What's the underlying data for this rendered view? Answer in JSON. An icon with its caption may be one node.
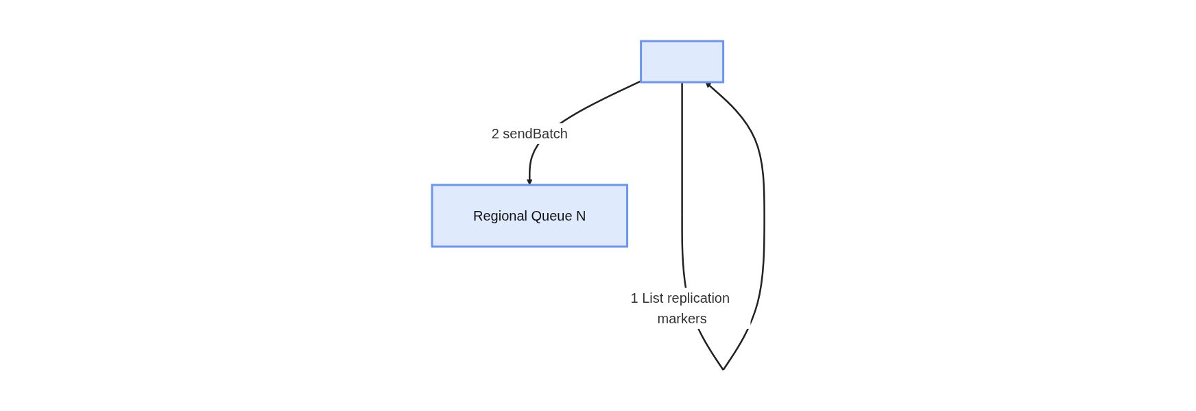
{
  "diagram": {
    "nodes": [
      {
        "text": [],
        "shape": "box"
      },
      {
        "text": [
          "Regional Queue N"
        ]
      }
    ],
    "edges": [
      {
        "from": 0,
        "to": 1,
        "arrow": "to",
        "label": "2 sendBatch"
      },
      {
        "from": 0,
        "to": 0,
        "arrow": "to",
        "label": "1 List replication markers"
      }
    ]
  }
}
